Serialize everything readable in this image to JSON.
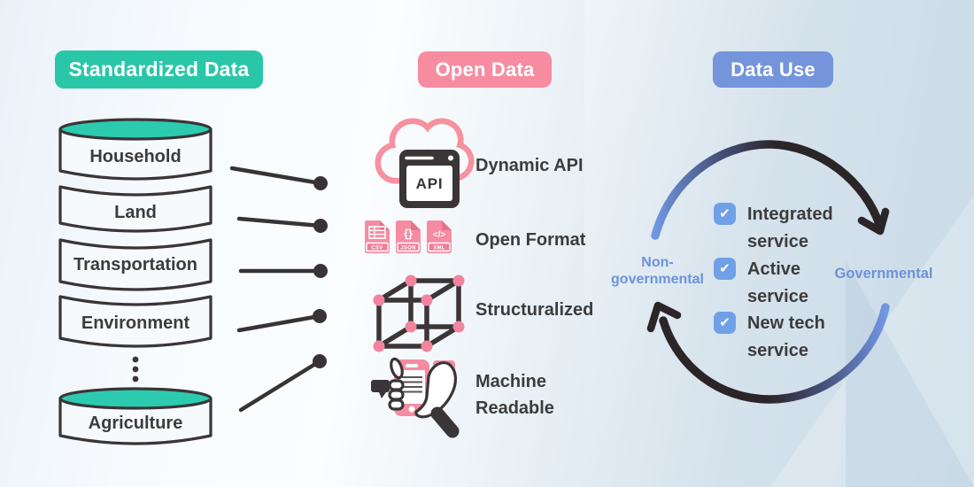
{
  "headers": {
    "standardized": {
      "label": "Standardized Data",
      "color": "#29C7A8"
    },
    "open": {
      "label": "Open Data",
      "color": "#F78CA0"
    },
    "use": {
      "label": "Data Use",
      "color": "#7494DB"
    }
  },
  "database": {
    "labels": [
      "Household",
      "Land",
      "Transportation",
      "Environment",
      "Agriculture"
    ],
    "top_color": "#2CCBB0",
    "body_color": "#F7FAFC",
    "outline_color": "#3A3536"
  },
  "open_data": {
    "items": [
      {
        "icon": "api-cloud-icon",
        "label": "Dynamic API"
      },
      {
        "icon": "file-formats-icon",
        "label": "Open Format"
      },
      {
        "icon": "cube-icon",
        "label": "Structuralized"
      },
      {
        "icon": "phone-hand-icon",
        "label": "Machine Readable"
      }
    ],
    "api_text": "API",
    "file_badges": [
      "CSV",
      "JSON",
      "XML"
    ],
    "json_glyph": "{}",
    "xml_glyph": "</>",
    "icon_pink": "#F58CA2"
  },
  "data_use": {
    "items": [
      "Integrated service",
      "Active service",
      "New tech service"
    ],
    "check_glyph": "✔",
    "checkbox_color": "#6FA0E8",
    "left_label": "Non-\ngovernmental",
    "right_label": "Governmental",
    "label_color": "#6B93DB",
    "cycle_blue": "#7197E2",
    "cycle_dark": "#2B2528"
  },
  "colors": {
    "text_dark": "#3C3C3C",
    "background_left": "#f8fbfe",
    "background_right": "#c9dbe7"
  }
}
